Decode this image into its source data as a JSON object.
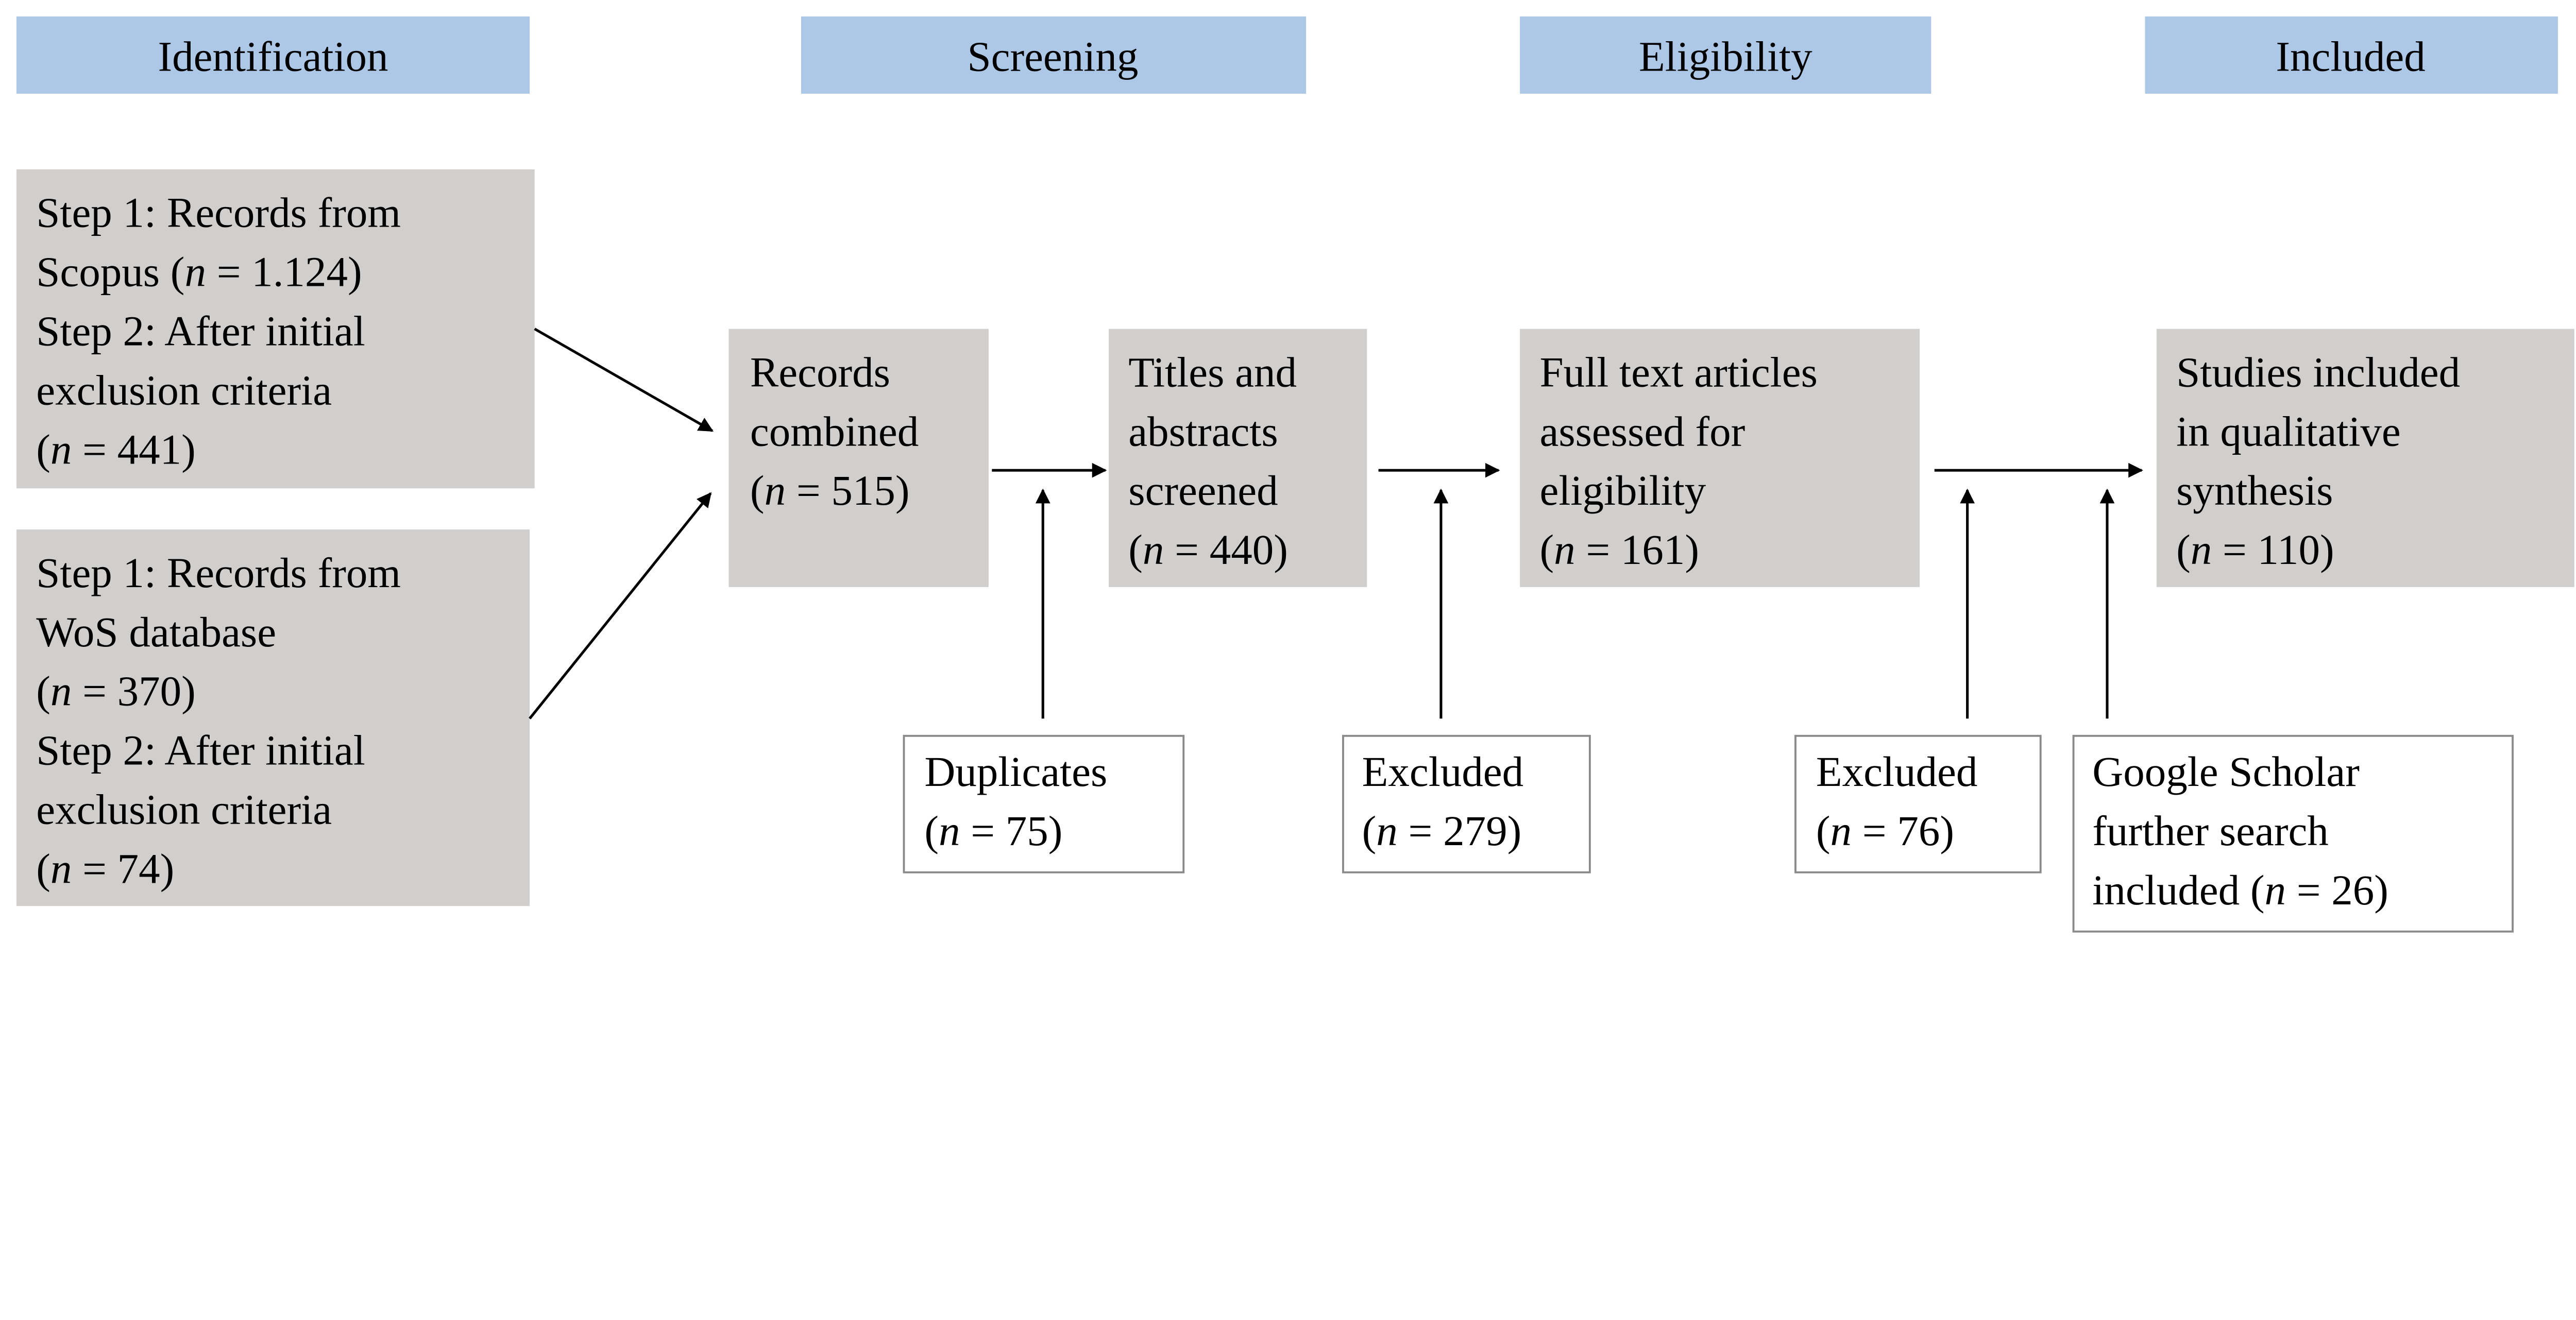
{
  "colors": {
    "header": "#adc7e7",
    "box": "#d0cfcd",
    "note_border": "#8a8a8a",
    "line": "#000000"
  },
  "headers": [
    "Identification",
    "Screening",
    "Eligibility",
    "Included"
  ],
  "boxes": {
    "scopus": [
      [
        {
          "t": "Step 1: Records from"
        }
      ],
      [
        {
          "t": "Scopus ("
        },
        {
          "t": "n",
          "i": true
        },
        {
          "t": " = 1.124)"
        }
      ],
      [
        {
          "t": "Step 2: After initial"
        }
      ],
      [
        {
          "t": "exclusion criteria"
        }
      ],
      [
        {
          "t": "("
        },
        {
          "t": "n",
          "i": true
        },
        {
          "t": " = 441)"
        }
      ]
    ],
    "wos": [
      [
        {
          "t": "Step 1: Records from"
        }
      ],
      [
        {
          "t": "WoS database"
        }
      ],
      [
        {
          "t": "("
        },
        {
          "t": "n",
          "i": true
        },
        {
          "t": " = 370)"
        }
      ],
      [
        {
          "t": "Step 2: After initial"
        }
      ],
      [
        {
          "t": "exclusion criteria"
        }
      ],
      [
        {
          "t": "("
        },
        {
          "t": "n",
          "i": true
        },
        {
          "t": " = 74)"
        }
      ]
    ],
    "combined": [
      [
        {
          "t": "Records"
        }
      ],
      [
        {
          "t": "combined"
        }
      ],
      [
        {
          "t": "("
        },
        {
          "t": "n",
          "i": true
        },
        {
          "t": " = 515)"
        }
      ]
    ],
    "screened": [
      [
        {
          "t": "Titles and"
        }
      ],
      [
        {
          "t": "abstracts"
        }
      ],
      [
        {
          "t": "screened"
        }
      ],
      [
        {
          "t": "("
        },
        {
          "t": "n",
          "i": true
        },
        {
          "t": " = 440)"
        }
      ]
    ],
    "fulltext": [
      [
        {
          "t": "Full text articles"
        }
      ],
      [
        {
          "t": "assessed for"
        }
      ],
      [
        {
          "t": "eligibility"
        }
      ],
      [
        {
          "t": "("
        },
        {
          "t": "n",
          "i": true
        },
        {
          "t": " = 161)"
        }
      ]
    ],
    "included": [
      [
        {
          "t": "Studies included"
        }
      ],
      [
        {
          "t": "in qualitative"
        }
      ],
      [
        {
          "t": "synthesis"
        }
      ],
      [
        {
          "t": "("
        },
        {
          "t": "n",
          "i": true
        },
        {
          "t": " = 110)"
        }
      ]
    ],
    "duplicates": [
      [
        {
          "t": "Duplicates"
        }
      ],
      [
        {
          "t": "("
        },
        {
          "t": "n",
          "i": true
        },
        {
          "t": " = 75)"
        }
      ]
    ],
    "excluded1": [
      [
        {
          "t": "Excluded"
        }
      ],
      [
        {
          "t": "("
        },
        {
          "t": "n",
          "i": true
        },
        {
          "t": " = 279)"
        }
      ]
    ],
    "excluded2": [
      [
        {
          "t": "Excluded"
        }
      ],
      [
        {
          "t": "("
        },
        {
          "t": "n",
          "i": true
        },
        {
          "t": " = 76)"
        }
      ]
    ],
    "scholar": [
      [
        {
          "t": "Google Scholar"
        }
      ],
      [
        {
          "t": "further search"
        }
      ],
      [
        {
          "t": "included ("
        },
        {
          "t": "n",
          "i": true
        },
        {
          "t": " = 26)"
        }
      ]
    ]
  }
}
